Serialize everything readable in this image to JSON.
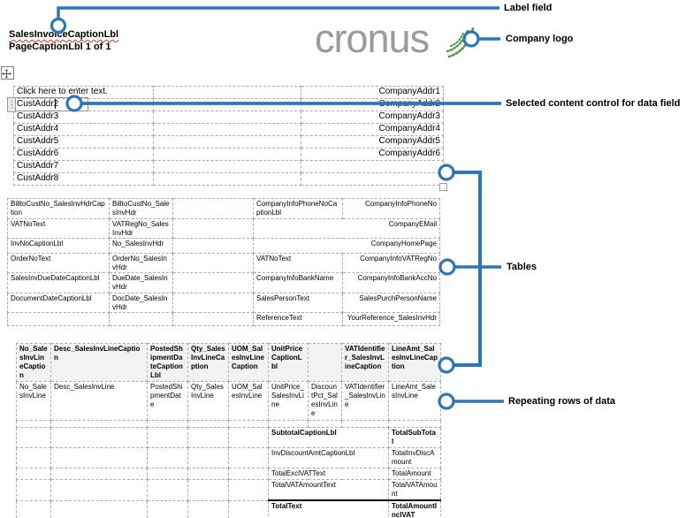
{
  "header": {
    "invoice_caption": "SalesInvoiceCaptionLbl",
    "page_caption": "PageCaptionLbl 1 of 1"
  },
  "logo": {
    "text": "cronus"
  },
  "annotations": {
    "label_field": "Label field",
    "company_logo": "Company logo",
    "selected_content_control": "Selected content control for data field",
    "tables": "Tables",
    "repeating_rows": "Repeating rows of data"
  },
  "colors": {
    "callout_blue": "#2e75b6",
    "logo_gray": "#9a9a9a",
    "logo_green": "#4e9a3c",
    "table_header_bg": "#f2f2f2",
    "gridline_gray": "#ababab"
  },
  "icons": {
    "move_icon": "four-arrow-move",
    "resize_icon": "table-resize-square",
    "drag_handle_icon": "content-control-drag-dots",
    "logo_swirl_icon": "green-dotted-leaf-swirl"
  },
  "address_table": {
    "rows": [
      {
        "left": "Click here to enter text.",
        "right": "CompanyAddr1"
      },
      {
        "left": "CustAddr2",
        "right": "CompanyAddr2"
      },
      {
        "left": "CustAddr3",
        "right": "CompanyAddr3"
      },
      {
        "left": "CustAddr4",
        "right": "CompanyAddr4"
      },
      {
        "left": "CustAddr5",
        "right": "CompanyAddr5"
      },
      {
        "left": "CustAddr6",
        "right": "CompanyAddr6"
      },
      {
        "left": "CustAddr7",
        "right": ""
      },
      {
        "left": "CustAddr8",
        "right": ""
      }
    ]
  },
  "info_table": {
    "rows": [
      [
        "BilltoCustNo_SalesInvHdrCaption",
        "BilltoCustNo_SalesInvHdr",
        "",
        "CompanyInfoPhoneNoCaptionLbl",
        "CompanyInfoPhoneNo"
      ],
      [
        "VATNoText",
        "VATRegNo_SalesInvHdr",
        "",
        "",
        "CompanyEMail"
      ],
      [
        "InvNoCaptionLbl",
        "No_SalesInvHdr",
        "",
        "",
        "CompanyHomePage"
      ],
      [
        "OrderNoText",
        "OrderNo_SalesInvHdr",
        "",
        "VATNoText",
        "CompanyInfoVATRegNo"
      ],
      [
        "SalesInvDueDateCaptionLbl",
        "DueDate_SalesInvHdr",
        "",
        "CompanyInfoBankName",
        "CompanyInfoBankAccNo"
      ],
      [
        "DocumentDateCaptionLbl",
        "DocDate_SalesInvHdr",
        "",
        "SalesPersonText",
        "SalesPurchPersonName"
      ],
      [
        "",
        "",
        "",
        "ReferenceText",
        "YourReference_SalesInvHdr"
      ]
    ]
  },
  "lines_table": {
    "header": [
      "No_SalesInvLineCaption",
      "Desc_SalesInvLineCaption",
      "PostedShipmentDateCaptionLbl",
      "Qty_SalesInvLineCaption",
      "UOM_SalesInvLineCaption",
      "UnitPriceCaptionLbl",
      "",
      "VATIdentifier_SalesInvLineCaption",
      "LineAmt_SalesInvLineCaption"
    ],
    "data_row": [
      "No_SalesInvLine",
      "Desc_SalesInvLine",
      "PostedShipmentDate",
      "Qty_SalesInvLine",
      "UOM_SalesInvLine",
      "UnitPrice_SalesInvLine",
      "DiscountPct_SalesInvLine",
      "VATIdentifier_SalesInvLine",
      "LineAmt_SalesInvLine"
    ],
    "totals": [
      {
        "caption": "SubtotalCaptionLbl",
        "value": "TotalSubTotal"
      },
      {
        "caption": "InvDiscountAmtCaptionLbl",
        "value": "TotalInvDiscAmount"
      },
      {
        "caption": "TotalExclVATText",
        "value": "TotalAmount"
      },
      {
        "caption": "TotalVATAmountText",
        "value": "TotalVATAmount"
      },
      {
        "caption": "TotalText",
        "value": "TotalAmountInclVAT"
      }
    ]
  }
}
